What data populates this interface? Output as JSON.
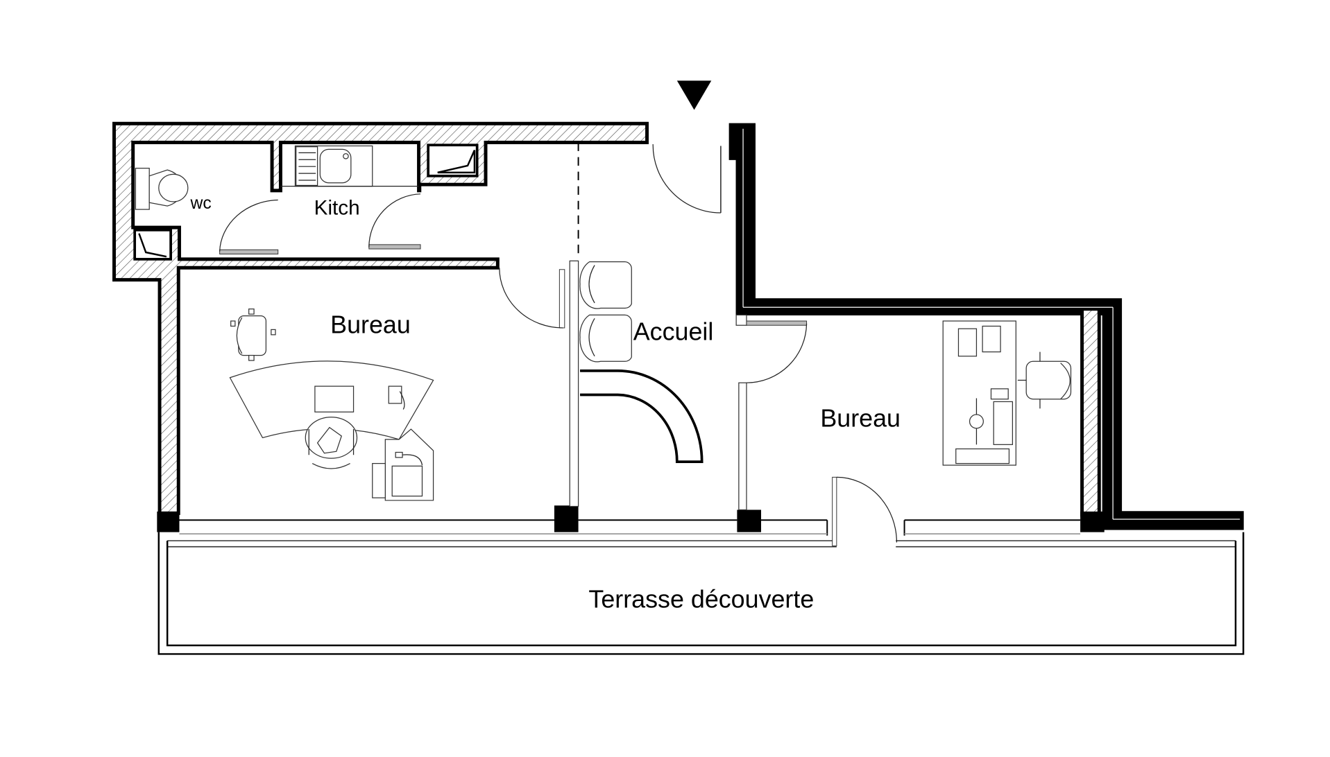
{
  "plan": {
    "title": "Floor plan",
    "entrance_marker": "entrance-arrow",
    "rooms": [
      {
        "id": "wc",
        "label": "wc"
      },
      {
        "id": "kitchen",
        "label": "Kitch"
      },
      {
        "id": "bureau-left",
        "label": "Bureau"
      },
      {
        "id": "accueil",
        "label": "Accueil"
      },
      {
        "id": "bureau-right",
        "label": "Bureau"
      },
      {
        "id": "terrasse",
        "label": "Terrasse découverte"
      }
    ]
  },
  "colors": {
    "wall_outline": "#000000",
    "hatch": "#555555",
    "background": "#ffffff",
    "glazing": "#9a9a9a"
  }
}
